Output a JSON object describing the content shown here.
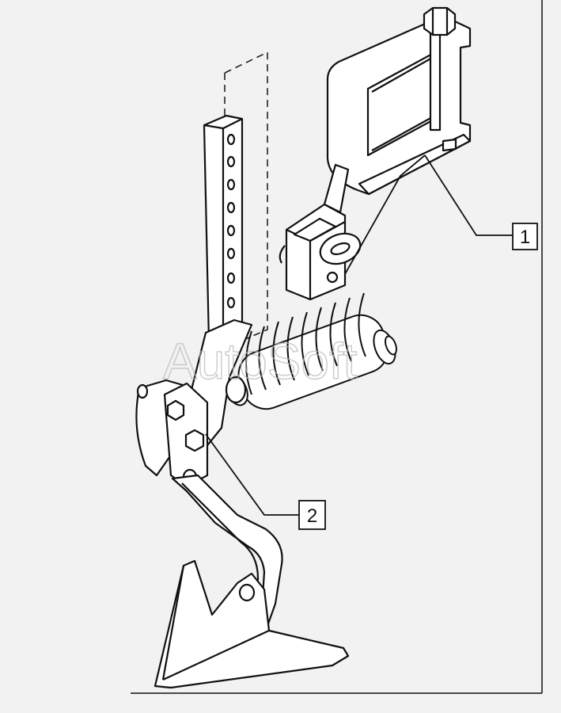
{
  "callouts": [
    {
      "id": "callout-1",
      "label": "1"
    },
    {
      "id": "callout-2",
      "label": "2"
    }
  ],
  "watermark": {
    "text": "AutoSoft"
  },
  "colors": {
    "background": "#f2f2f2",
    "line": "#111111",
    "fill": "#ffffff",
    "dash": "#222222",
    "watermark": "#bdbdbd"
  }
}
